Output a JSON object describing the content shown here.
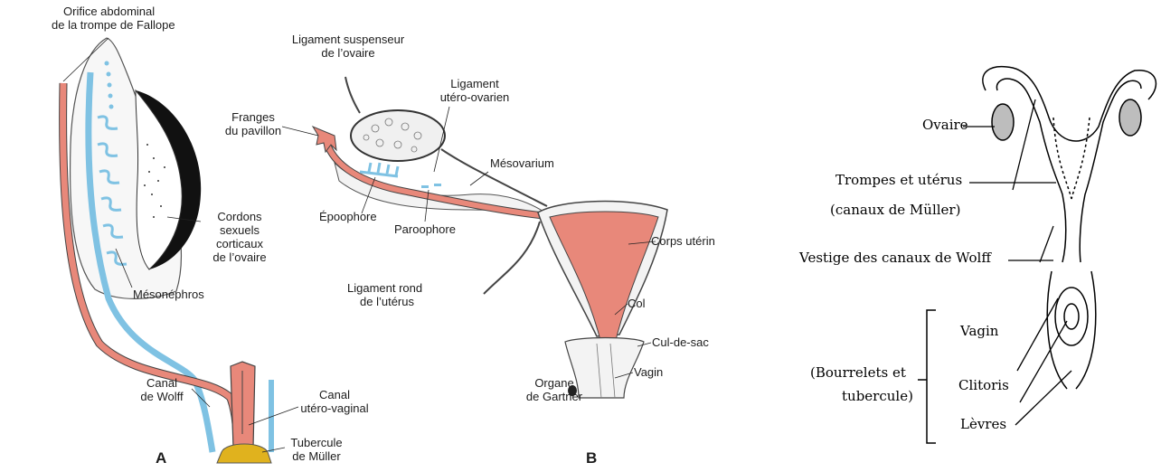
{
  "colors": {
    "muller_duct": "#e8887a",
    "wolff_duct": "#7fc2e3",
    "tubercle": "#e0b21e",
    "cortex": "#111111",
    "outline": "#444444"
  },
  "panel_a": {
    "letter": "A",
    "labels": {
      "orifice": "Orifice abdominal",
      "orifice_2": "de la trompe de Fallope",
      "cordons_1": "Cordons",
      "cordons_2": "sexuels",
      "cordons_3": "corticaux",
      "cordons_4": "de l’ovaire",
      "mesonephros": "Mésonéphros",
      "canal_wolff_1": "Canal",
      "canal_wolff_2": "de Wolff",
      "canal_uv_1": "Canal",
      "canal_uv_2": "utéro-vaginal",
      "tubercule_1": "Tubercule",
      "tubercule_2": "de Müller"
    }
  },
  "panel_b": {
    "letter": "B",
    "labels": {
      "lig_susp_1": "Ligament suspenseur",
      "lig_susp_2": "de l’ovaire",
      "lig_uo_1": "Ligament",
      "lig_uo_2": "utéro-ovarien",
      "franges_1": "Franges",
      "franges_2": "du pavillon",
      "mesovarium": "Mésovarium",
      "epoophore": "Époophore",
      "paroophore": "Paroophore",
      "corps": "Corps utérin",
      "lig_rond_1": "Ligament rond",
      "lig_rond_2": "de l’utérus",
      "col": "Col",
      "culdesac": "Cul-de-sac",
      "organe_1": "Organe",
      "organe_2": "de Gartner",
      "vagin": "Vagin"
    }
  },
  "panel_c": {
    "labels": {
      "ovaire": "Ovaire",
      "trompes_1": "Trompes et utérus",
      "trompes_2": "(canaux de Müller)",
      "vestige": "Vestige des canaux de Wolff",
      "vagin": "Vagin",
      "bourrelets_1": "(Bourrelets et",
      "bourrelets_2": "tubercule)",
      "clitoris": "Clitoris",
      "levres": "Lèvres"
    }
  }
}
